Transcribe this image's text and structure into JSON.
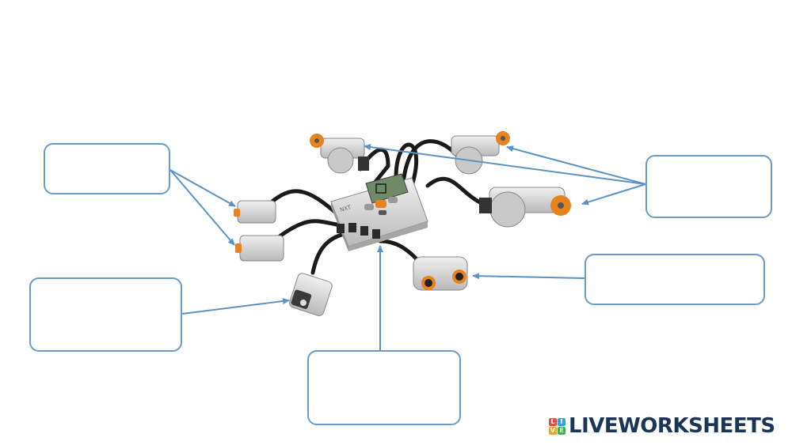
{
  "worksheet": {
    "answer_boxes": [
      {
        "id": "touch",
        "value": ""
      },
      {
        "id": "light",
        "value": ""
      },
      {
        "id": "motors",
        "value": ""
      },
      {
        "id": "ultrasonic",
        "value": ""
      },
      {
        "id": "brick",
        "value": ""
      }
    ],
    "brick_screen_glyph": "◫",
    "brick_side_text": "NXT"
  },
  "brand": {
    "logo_letters": [
      "L",
      "I",
      "V",
      "E"
    ],
    "logo_colors": [
      "#e84c3d",
      "#3aa0dd",
      "#f2a42a",
      "#3ab54a"
    ],
    "text": "LIVEWORKSHEETS",
    "text_color": "#1b3556"
  },
  "colors": {
    "arrow": "#5b93c6",
    "box_border": "#6a9bc9",
    "cable": "#1a1a1a",
    "brick_body": "#d7d7d7",
    "accent_orange": "#e8821e"
  }
}
